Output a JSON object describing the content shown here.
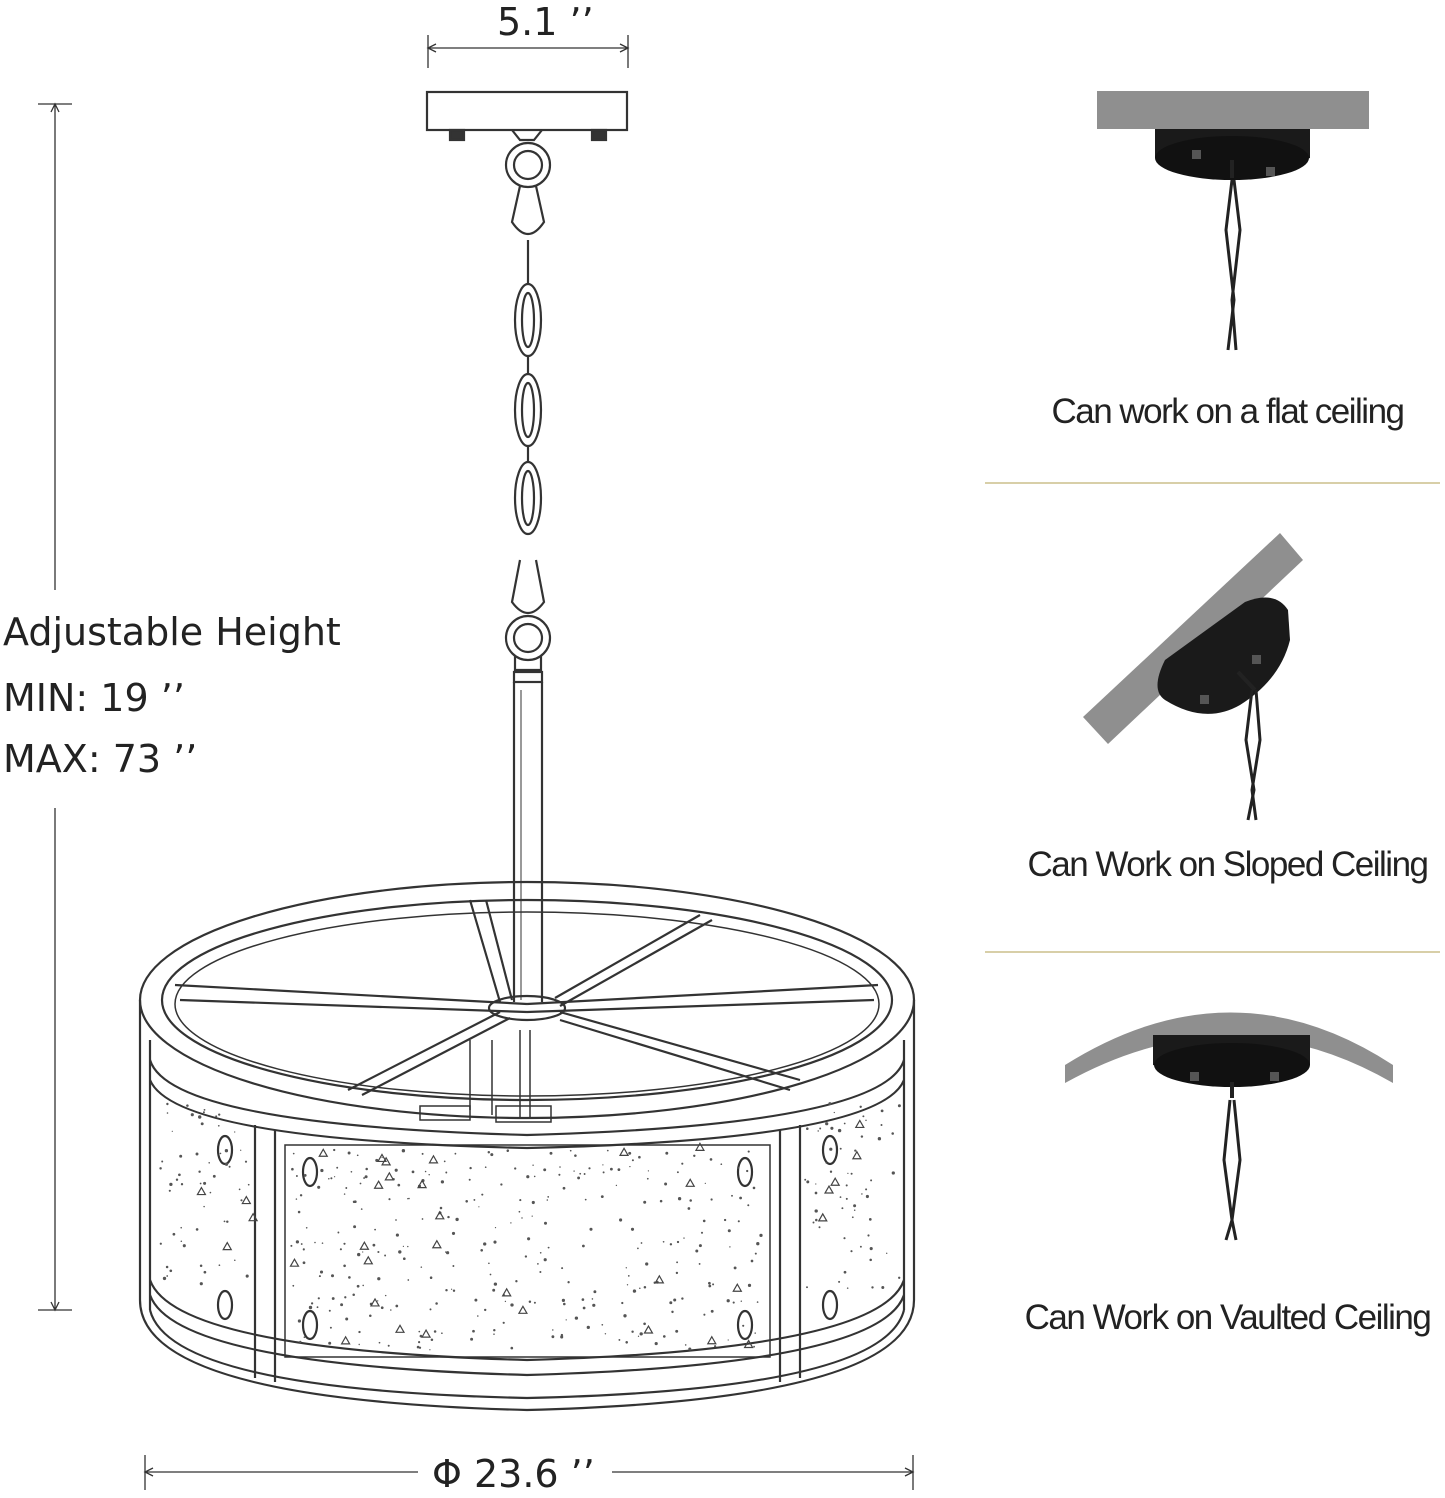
{
  "dimensions": {
    "top_width": "5.1 ’’",
    "diameter": "Φ 23.6 ’’"
  },
  "height": {
    "label": "Adjustable Height",
    "min": "MIN:  19 ’’",
    "max": "MAX: 73 ’’"
  },
  "captions": [
    "Can work on a flat ceiling",
    "Can Work on Sloped Ceiling",
    "Can Work on Vaulted Ceiling"
  ],
  "colors": {
    "line": "#333333",
    "ceiling": "#8f8f8f",
    "fixture": "#1a1a1a",
    "divider": "#d8cfa8"
  }
}
